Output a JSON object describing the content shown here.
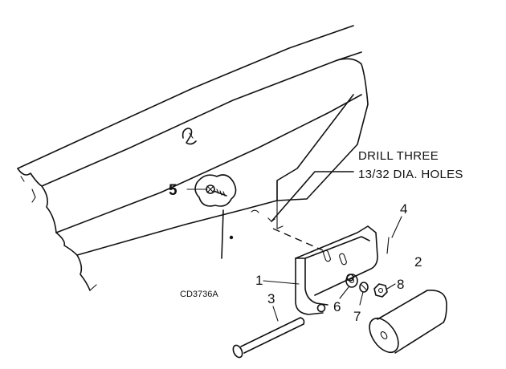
{
  "note": {
    "line1": "DRILL THREE",
    "line2": "13/32 DIA. HOLES"
  },
  "figure_code": "CD3736A",
  "callouts": {
    "c1": "1",
    "c2": "2",
    "c3": "3",
    "c4": "4",
    "c5": "5",
    "c6": "6",
    "c7": "7",
    "c8": "8"
  }
}
